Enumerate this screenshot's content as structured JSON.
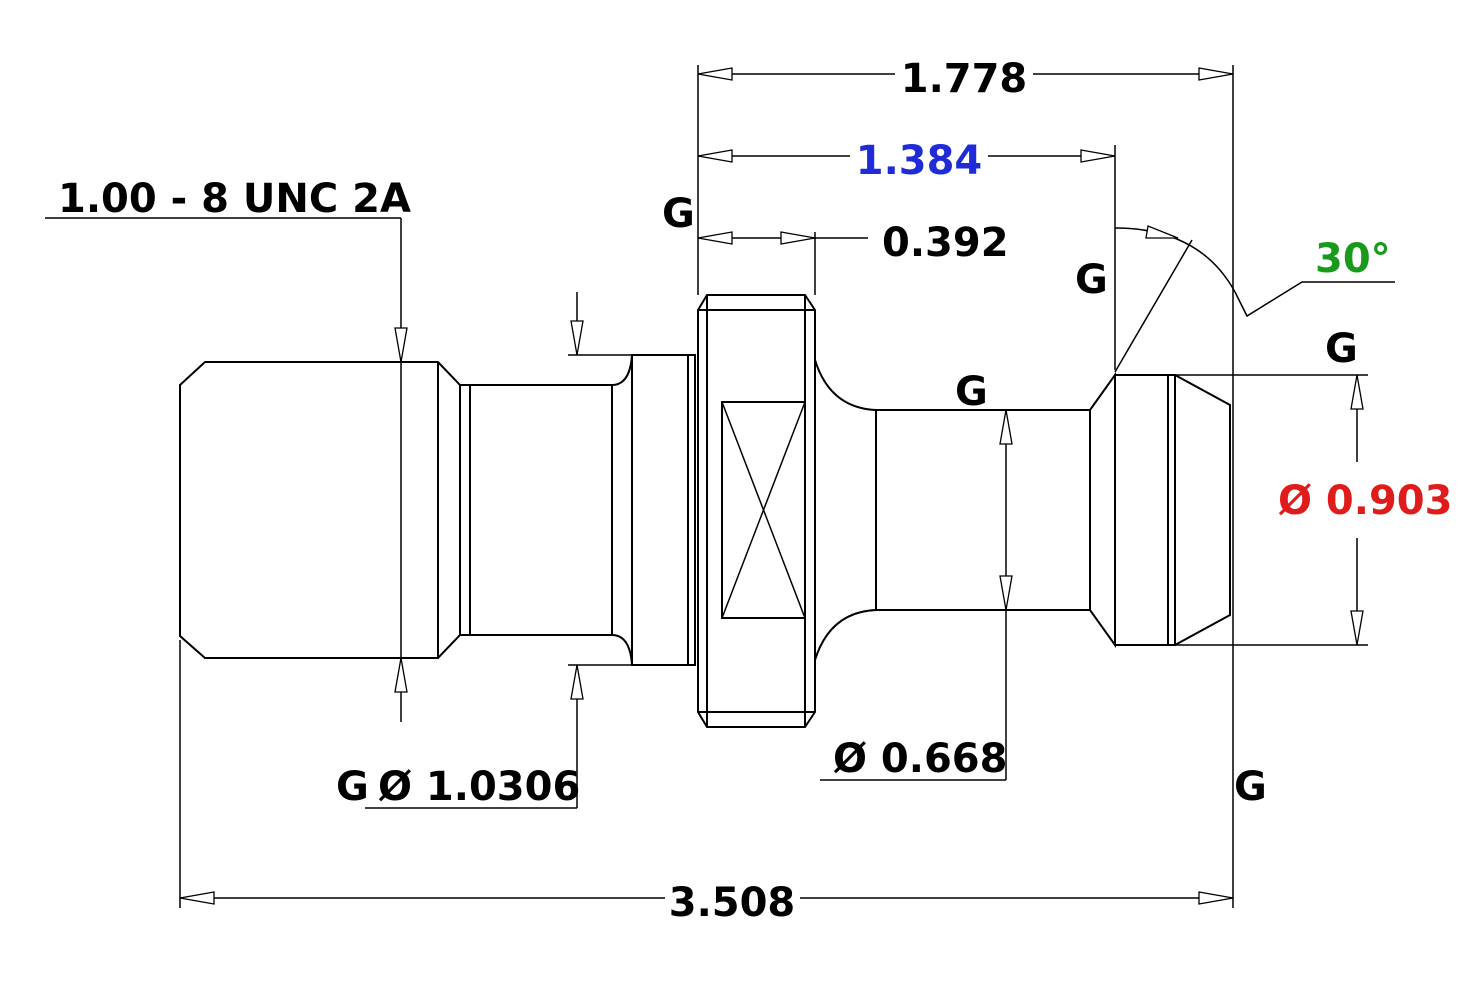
{
  "colors": {
    "line": "#000000",
    "dim_1384": "#1f2bd6",
    "dim_903": "#e01b1b",
    "angle": "#1a9a1a"
  },
  "dimensions": {
    "overall_length": "3.508",
    "top_length": "1.778",
    "mid_length": "1.384",
    "flange_width": "0.392",
    "thread_spec": "1.00 - 8 UNC 2A",
    "neck_diameter": "Ø 1.0306",
    "shank_diameter": "Ø 0.668",
    "head_diameter": "Ø 0.903",
    "head_angle": "30°"
  },
  "markers": {
    "g": "G"
  }
}
